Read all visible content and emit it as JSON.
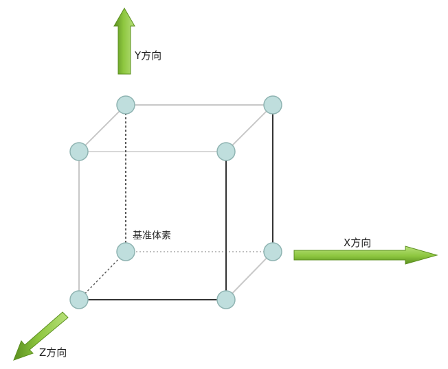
{
  "labels": {
    "y_direction": "Y方向",
    "x_direction": "X方向",
    "z_direction": "Z方向",
    "reference_voxel": "基准体素"
  },
  "colors": {
    "arrow_fill": "#8dc63f",
    "arrow_dark": "#5b8f1f",
    "node_fill": "#bfdedd",
    "node_stroke": "#8fb4b2",
    "edge_light": "#c8c8c8",
    "edge_dark": "#333333"
  }
}
